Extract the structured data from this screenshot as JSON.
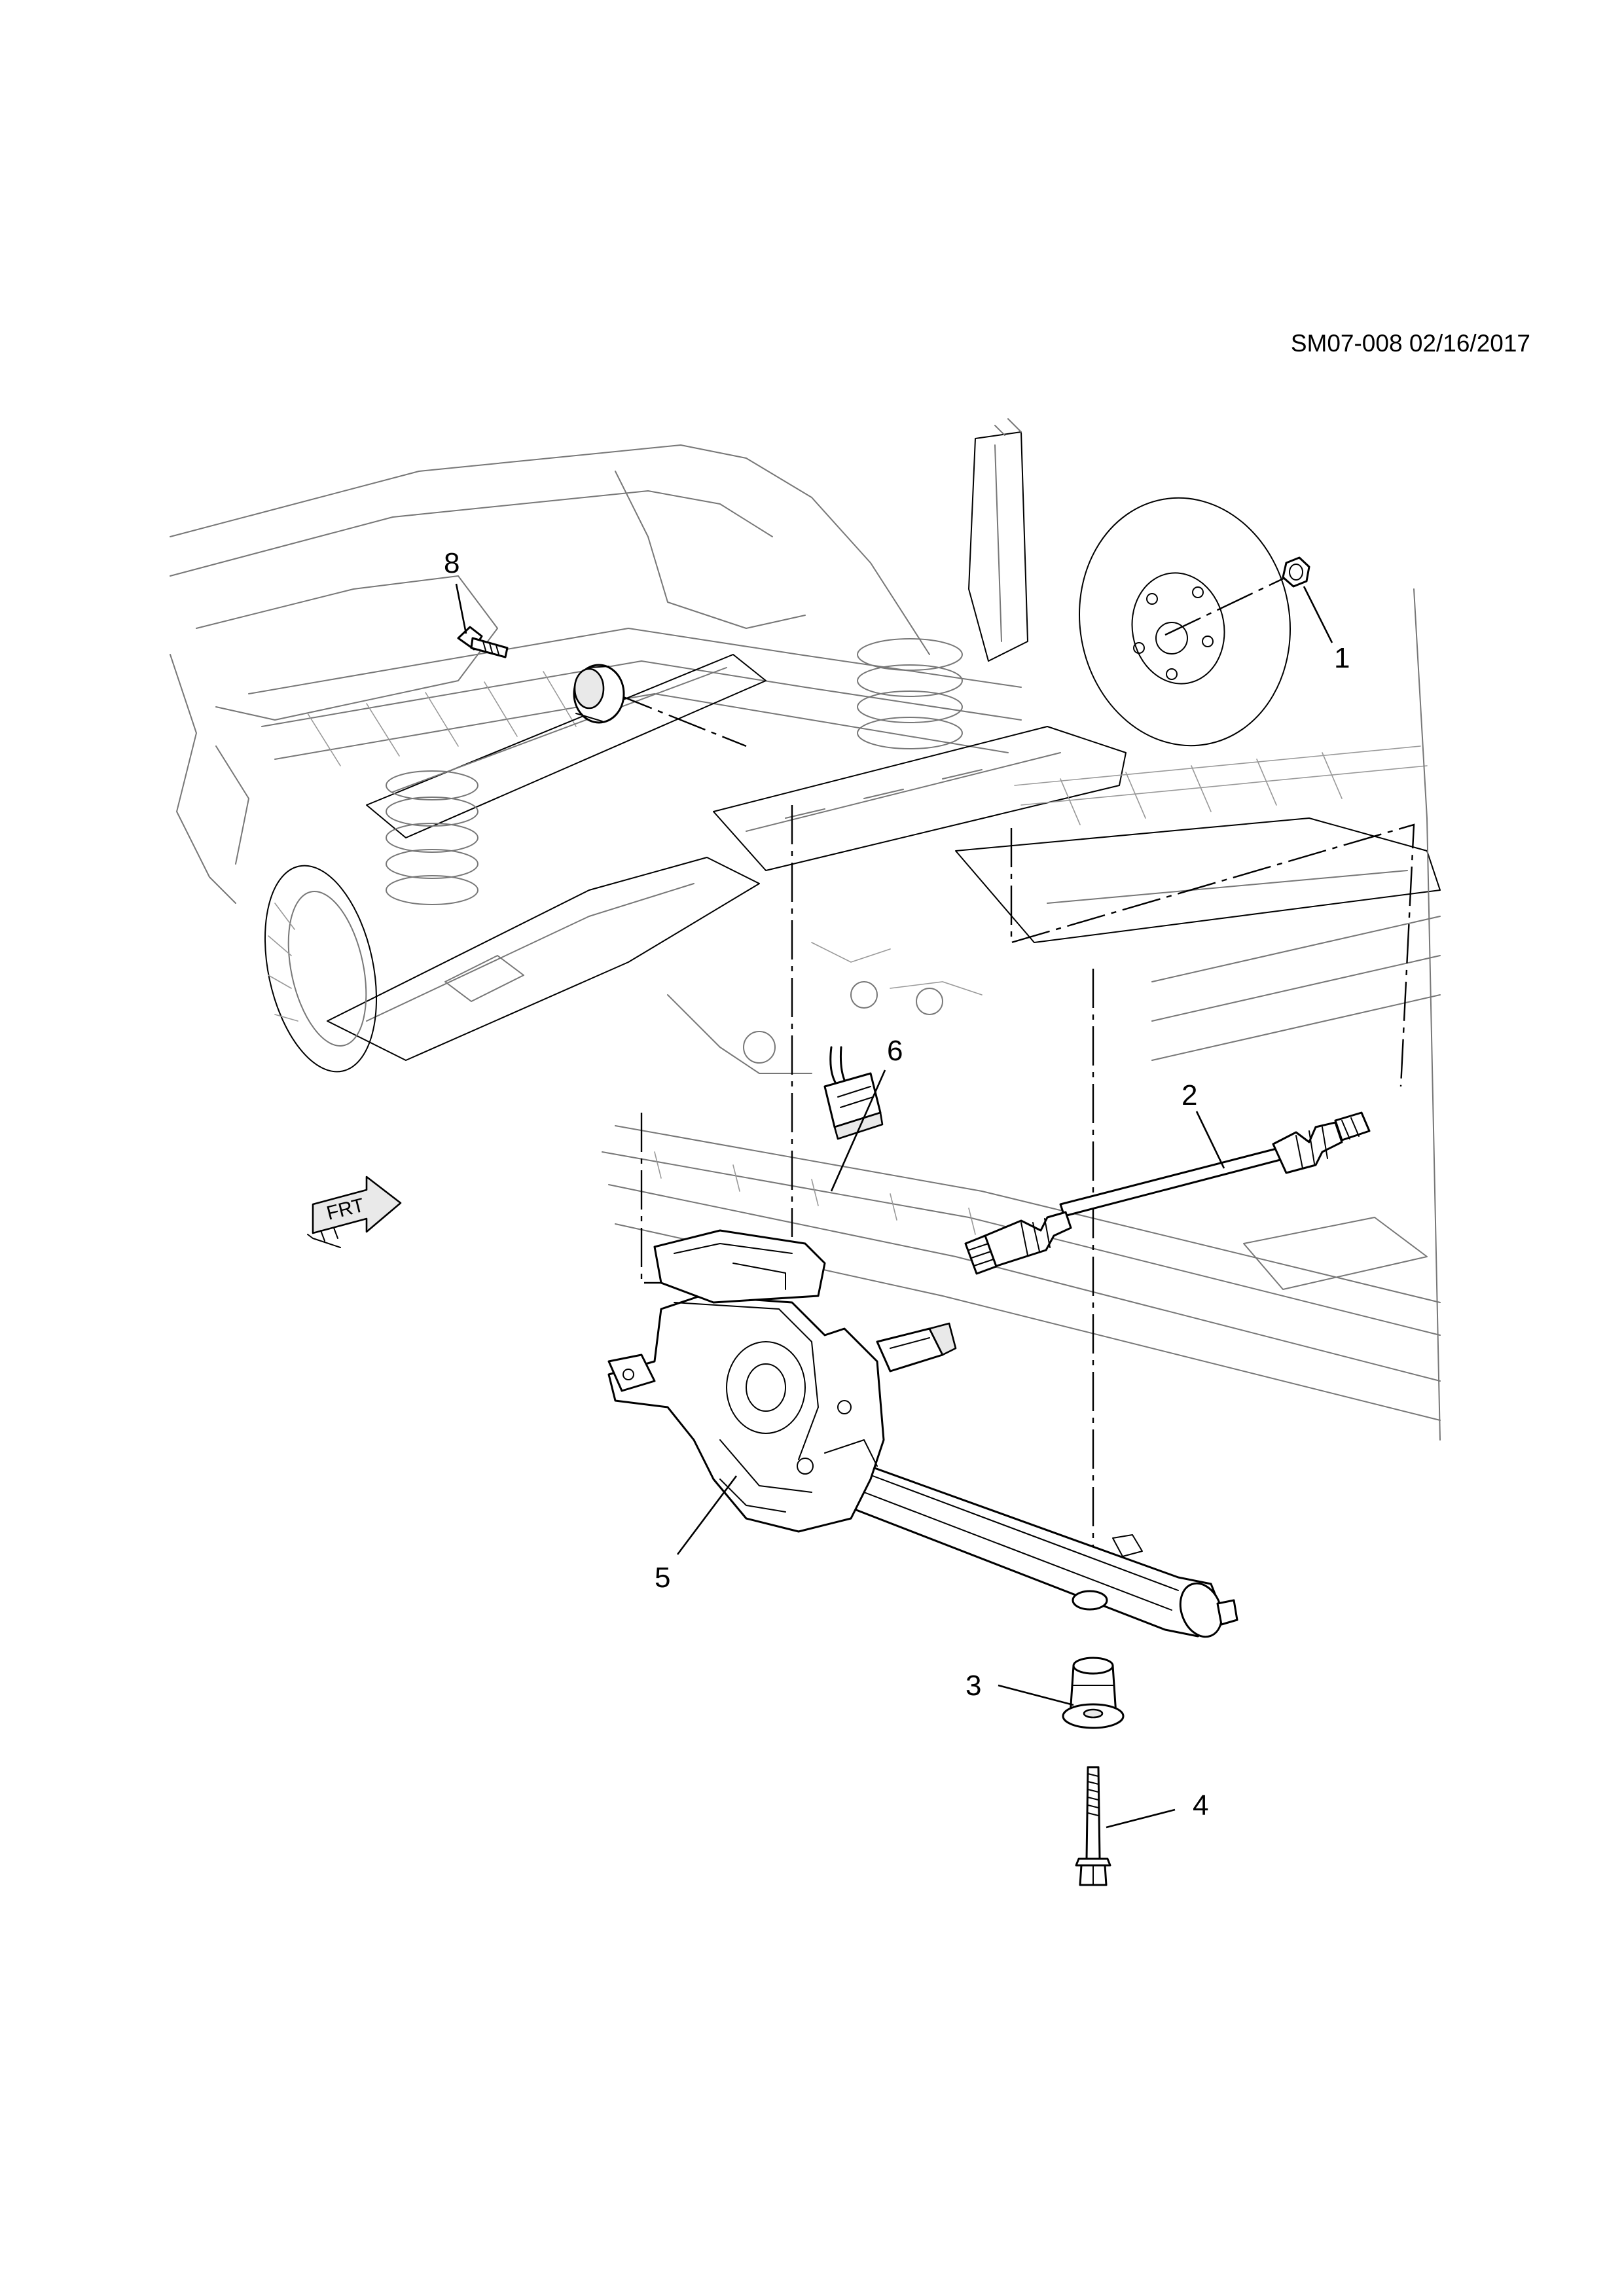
{
  "diagram": {
    "document_code": "SM07-008 02/16/2017",
    "orientation_marker": "FRT",
    "callouts": [
      {
        "id": "1"
      },
      {
        "id": "2"
      },
      {
        "id": "3"
      },
      {
        "id": "4"
      },
      {
        "id": "5"
      },
      {
        "id": "6"
      },
      {
        "id": "8"
      }
    ]
  }
}
